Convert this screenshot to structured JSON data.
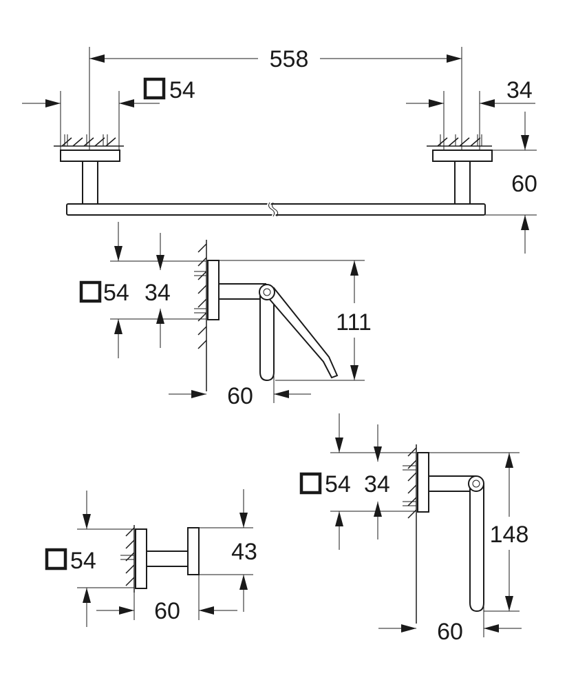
{
  "dimension_labels": {
    "towel_bar_length": "558",
    "towel_bar_rosette": "54",
    "towel_bar_rosette_thickness": "34",
    "towel_bar_projection": "60",
    "paper_holder_rosette": "54",
    "paper_holder_rosette_thickness": "34",
    "paper_holder_height": "111",
    "paper_holder_projection": "60",
    "hook_rosette": "54",
    "hook_height": "43",
    "hook_projection": "60",
    "towel_ring_rosette": "54",
    "towel_ring_rosette_thickness": "34",
    "towel_ring_height": "148",
    "towel_ring_projection": "60"
  },
  "icons": {
    "square_symbol": "square-section-icon",
    "arrow": "arrowhead-icon",
    "wall": "wall-hatch-icon"
  },
  "colors": {
    "line": "#1a1a1a",
    "background": "#ffffff"
  }
}
